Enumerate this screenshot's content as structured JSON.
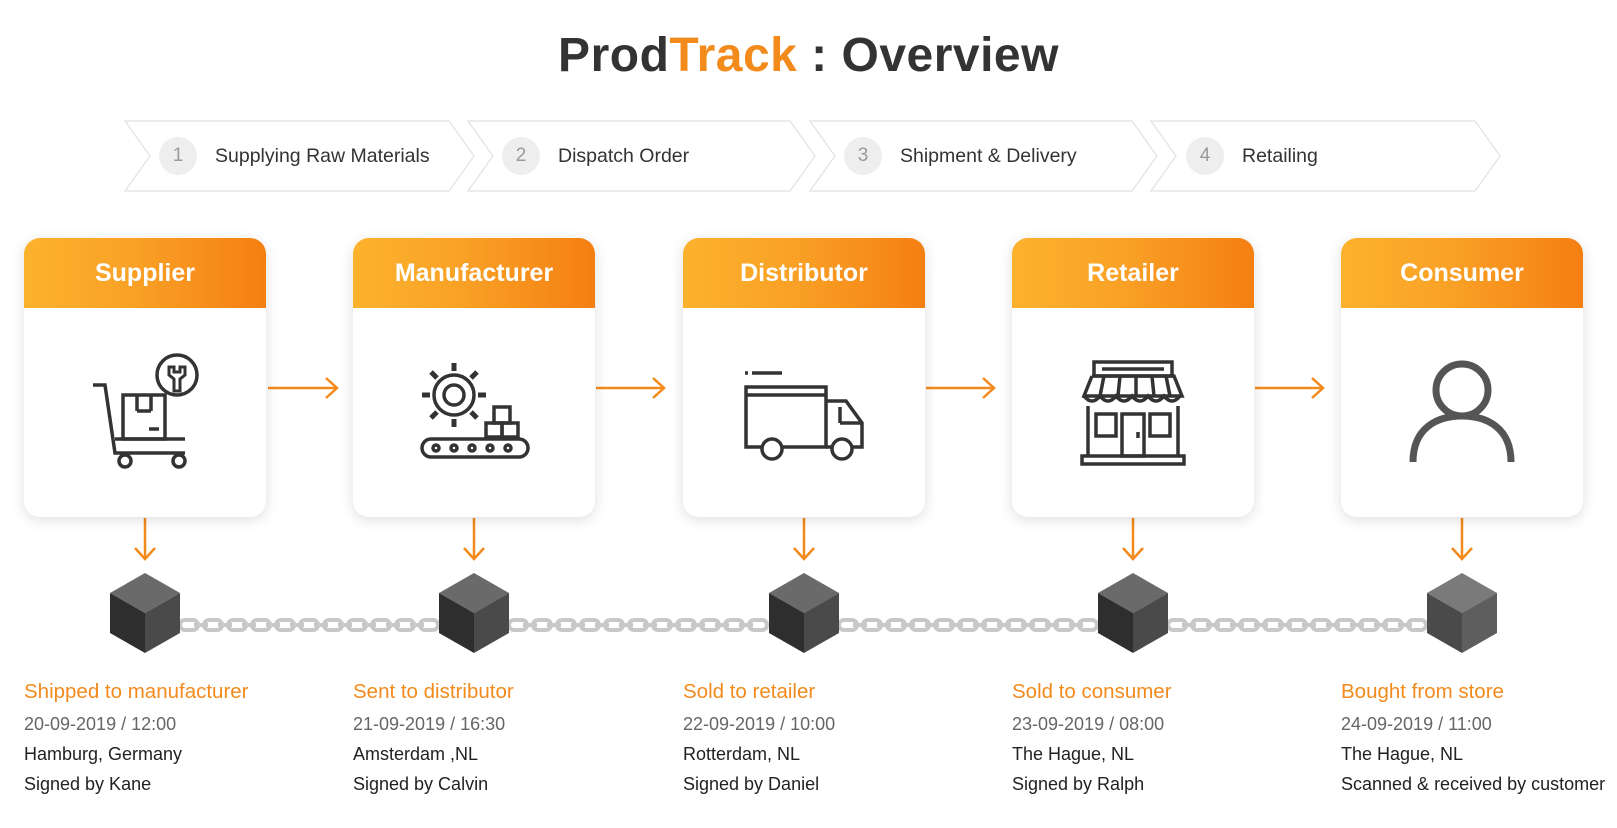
{
  "title": {
    "part1": "Prod",
    "part2": "Track",
    "part3": " : Overview"
  },
  "steps": [
    {
      "num": "1",
      "label": "Supplying Raw Materials"
    },
    {
      "num": "2",
      "label": "Dispatch Order"
    },
    {
      "num": "3",
      "label": "Shipment & Delivery"
    },
    {
      "num": "4",
      "label": "Retailing"
    }
  ],
  "stages": [
    {
      "name": "Supplier",
      "icon": "supply-cart-wrench-icon"
    },
    {
      "name": "Manufacturer",
      "icon": "gear-conveyor-icon"
    },
    {
      "name": "Distributor",
      "icon": "delivery-truck-icon"
    },
    {
      "name": "Retailer",
      "icon": "storefront-icon"
    },
    {
      "name": "Consumer",
      "icon": "person-icon"
    }
  ],
  "events": [
    {
      "title": "Shipped to manufacturer",
      "datetime": "20-09-2019 / 12:00",
      "location": "Hamburg, Germany",
      "signed": "Signed by Kane"
    },
    {
      "title": "Sent to distributor",
      "datetime": "21-09-2019 / 16:30",
      "location": "Amsterdam ,NL",
      "signed": "Signed by Calvin"
    },
    {
      "title": "Sold to retailer",
      "datetime": "22-09-2019 / 10:00",
      "location": "Rotterdam, NL",
      "signed": "Signed by Daniel"
    },
    {
      "title": "Sold to consumer",
      "datetime": "23-09-2019 / 08:00",
      "location": "The Hague, NL",
      "signed": "Signed by Ralph"
    },
    {
      "title": "Bought from store",
      "datetime": "24-09-2019 / 11:00",
      "location": "The Hague, NL",
      "signed": "Scanned & received by customer"
    }
  ],
  "colors": {
    "accent": "#f38a1c",
    "gradient_start": "#fcb22d",
    "gradient_end": "#f57f12",
    "chain": "#c8c8c8",
    "block_dark": "#3d3d3d"
  }
}
